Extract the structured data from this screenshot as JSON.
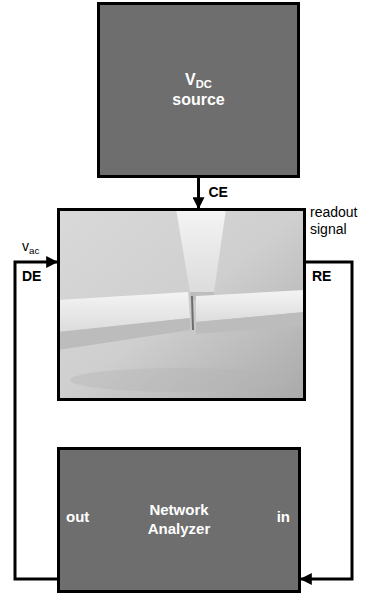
{
  "diagram": {
    "nodes": [
      {
        "text": [
          "VDC source"
        ]
      },
      {
        "text": []
      },
      {
        "text": [
          "Network Analyzer",
          "out",
          "in"
        ]
      }
    ],
    "edges": [
      {
        "from": 0,
        "to": 1,
        "label": "CE",
        "arrow": "to"
      },
      {
        "from": 2,
        "to": 1,
        "label": "DE",
        "arrow": "to"
      },
      {
        "from": 1,
        "to": 2,
        "label": "RE",
        "arrow": "to"
      }
    ],
    "labels": [
      "vac",
      "readout signal"
    ]
  }
}
